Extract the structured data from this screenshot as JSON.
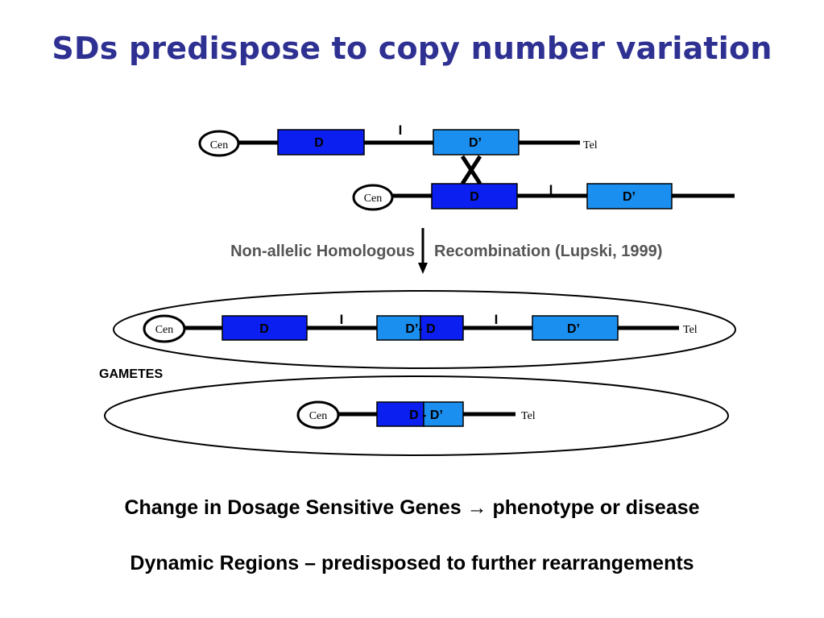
{
  "title": "SDs predispose to copy number variation",
  "labels": {
    "cen": "Cen",
    "tel": "Tel",
    "marker": "I",
    "d": "D",
    "d_prime": "D’",
    "d_prime_d": "D’- D",
    "d_d_prime": "D - D’"
  },
  "mechanism": {
    "left": "Non-allelic Homologous",
    "right": "Recombination (Lupski, 1999)"
  },
  "gametes_label": "GAMETES",
  "footer": {
    "line1": "Change in Dosage Sensitive Genes → phenotype or disease",
    "line2": "Dynamic Regions – predisposed to further rearrangements"
  },
  "colors": {
    "title": "#2e3192",
    "d_block": "#0a1ff0",
    "d_prime_block": "#1b8ff0",
    "mechanism_text": "#555555"
  }
}
